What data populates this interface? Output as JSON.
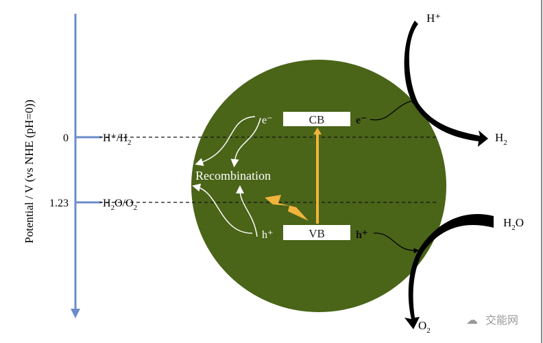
{
  "axis": {
    "label": "Potential / V (vs NHE (pH=0))",
    "ticks": [
      {
        "value": "0",
        "couple_main": "H⁺/H",
        "couple_sub": "2"
      },
      {
        "value": "1.23",
        "couple_main": "H",
        "couple_sub": "2",
        "couple_mid": "O/O",
        "couple_sub2": "2"
      }
    ]
  },
  "bands": {
    "cb": "CB",
    "vb": "VB"
  },
  "carriers": {
    "electron": "e⁻",
    "hole": "h⁺"
  },
  "recombination": "Recombination",
  "products": {
    "h_plus": "H⁺",
    "h2_main": "H",
    "h2_sub": "2",
    "h2o_main": "H",
    "h2o_sub": "2",
    "h2o_end": "O",
    "o2_main": "O",
    "o2_sub": "2"
  },
  "watermark": "交能网",
  "colors": {
    "particle": "#4a6418",
    "axis": "#6b8cc9",
    "light": "#f0b43c"
  }
}
